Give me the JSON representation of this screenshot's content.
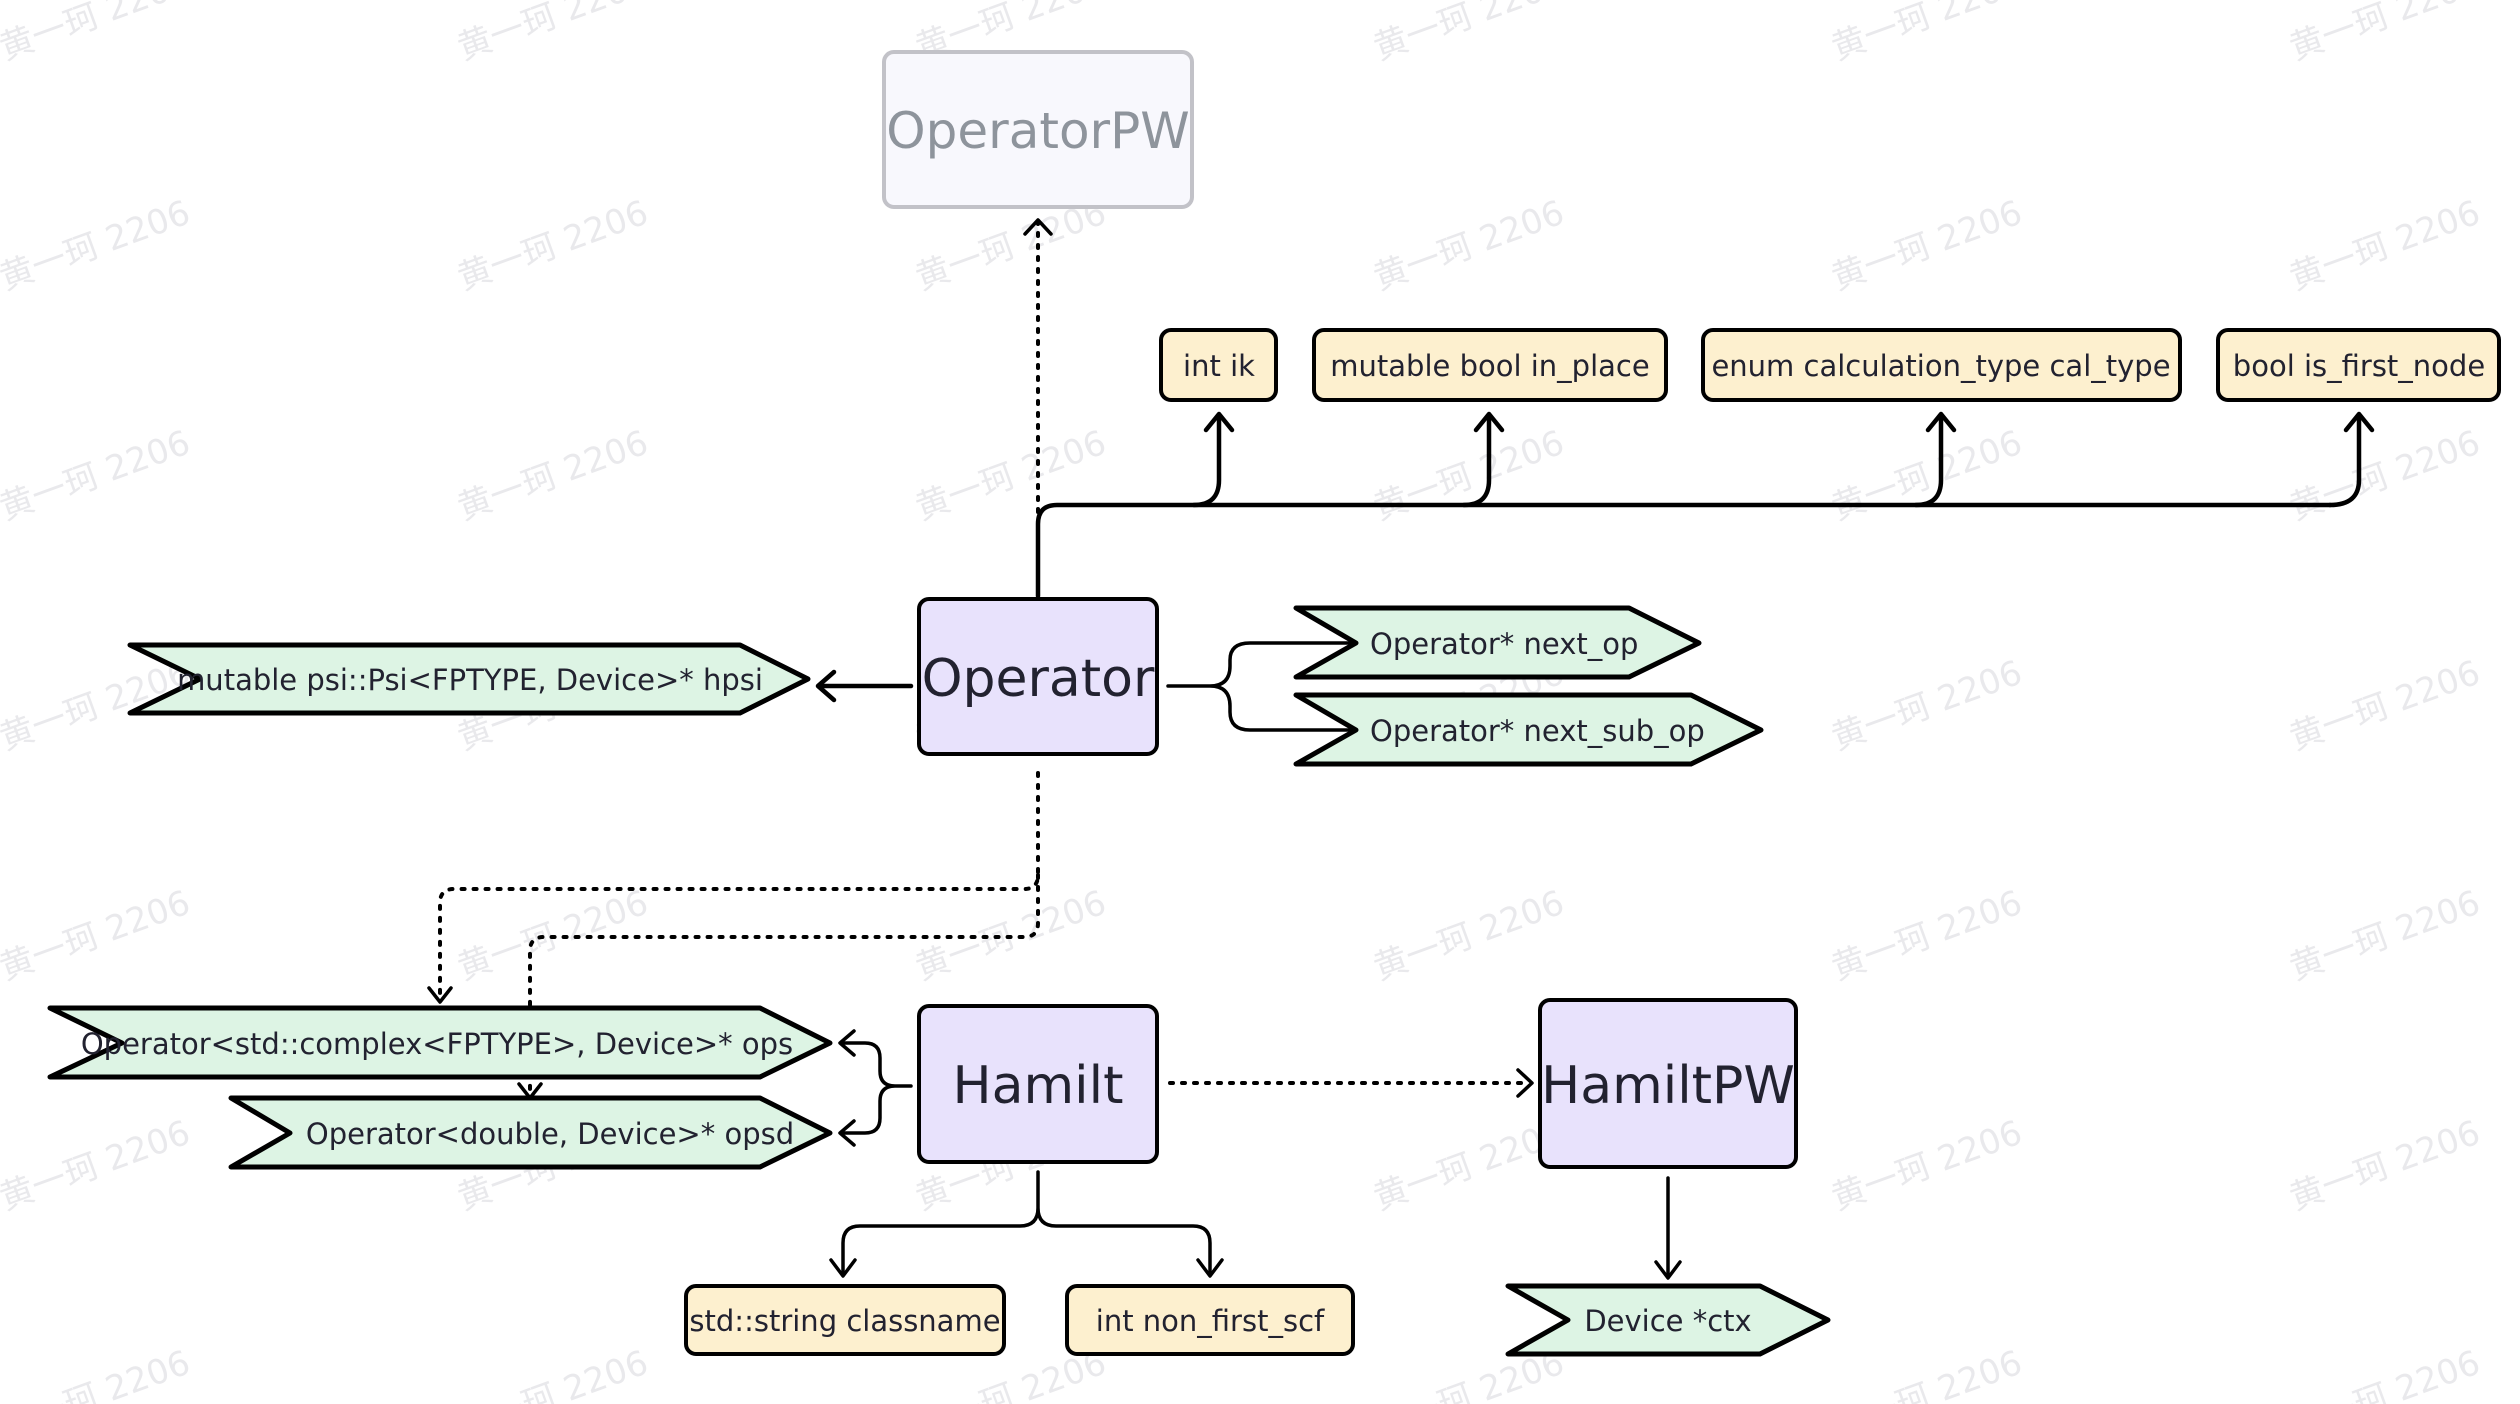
{
  "watermark": "黄一珂 2206",
  "colors": {
    "class_fill": "#e8e2fc",
    "class_faded_fill": "#f8f8fd",
    "class_faded_stroke": "#c2c2c8",
    "member_fill": "#fdf0cf",
    "pointer_fill": "#ddf4e4",
    "stroke": "#000000"
  },
  "classes": {
    "operator_pw": "OperatorPW",
    "operator": "Operator",
    "hamilt": "Hamilt",
    "hamilt_pw": "HamiltPW"
  },
  "operator_members": [
    "int ik",
    "mutable bool in_place",
    "enum calculation_type cal_type",
    "bool is_first_node"
  ],
  "operator_pointers": {
    "hpsi": "mutable psi::Psi<FPTYPE, Device>* hpsi",
    "next_op": "Operator* next_op",
    "next_sub_op": "Operator* next_sub_op"
  },
  "hamilt_pointers": {
    "ops": "Operator<std::complex<FPTYPE>, Device>* ops",
    "opsd": "Operator<double, Device>* opsd"
  },
  "hamilt_members": [
    "std::string classname",
    "int non_first_scf"
  ],
  "hamilt_pw_pointers": {
    "ctx": "Device *ctx"
  }
}
